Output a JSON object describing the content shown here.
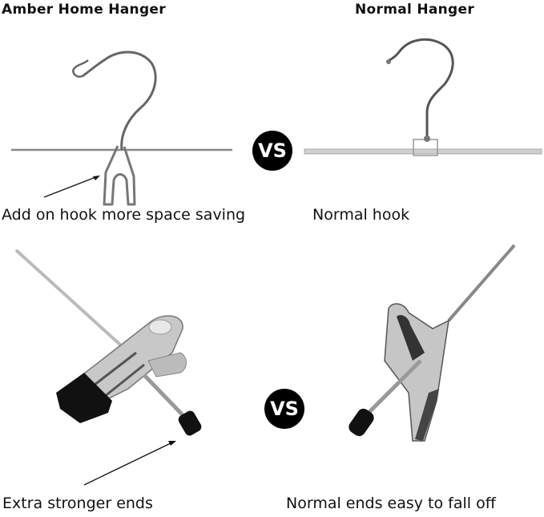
{
  "comparison": {
    "left_title": "Amber Home Hanger",
    "right_title": "Normal Hanger",
    "vs_label": "VS",
    "top_row": {
      "left_caption": "Add on hook more space saving",
      "right_caption": "Normal hook"
    },
    "bottom_row": {
      "left_caption": "Extra stronger ends",
      "right_caption": "Normal ends easy to fall off"
    }
  },
  "colors": {
    "text": "#111111",
    "badge_bg": "#000000",
    "badge_text": "#ffffff",
    "metal": "#8a8a8a",
    "rubber": "#111111"
  }
}
